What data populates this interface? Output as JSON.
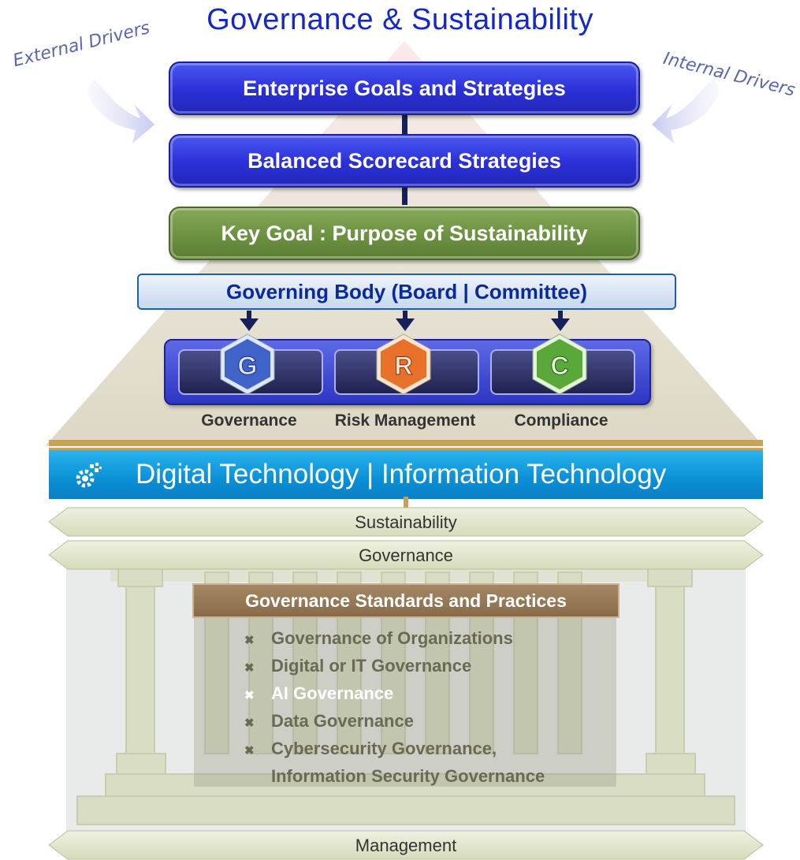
{
  "title": "Governance  & Sustainability",
  "drivers": {
    "external": "External Drivers",
    "internal": "Internal Drivers"
  },
  "boxes": {
    "enterprise": "Enterprise Goals and Strategies",
    "scorecard": "Balanced Scorecard Strategies",
    "key_goal": "Key Goal : Purpose of Sustainability",
    "governing_body": "Governing Body  (Board | Committee)"
  },
  "grc": [
    {
      "letter": "G",
      "label": "Governance",
      "color": "#3f63c8"
    },
    {
      "letter": "R",
      "label": "Risk Management",
      "color": "#e8712a"
    },
    {
      "letter": "C",
      "label": "Compliance",
      "color": "#5aa83a"
    }
  ],
  "technology_bar": "Digital Technology | Information Technology",
  "bands": {
    "sustainability": "Sustainability",
    "governance": "Governance",
    "management": "Management"
  },
  "standards": {
    "heading": "Governance Standards and Practices",
    "items": [
      "Governance of Organizations",
      "Digital or IT Governance",
      "AI Governance",
      "Data Governance",
      "Cybersecurity Governance,",
      "Information Security Governance"
    ]
  },
  "colors": {
    "title": "#1428c8",
    "goal_blue": "#2a2fd8",
    "goal_green": "#6a8f3f",
    "tech_bar": "#0a8fd6",
    "standards": "#8a6b49"
  }
}
